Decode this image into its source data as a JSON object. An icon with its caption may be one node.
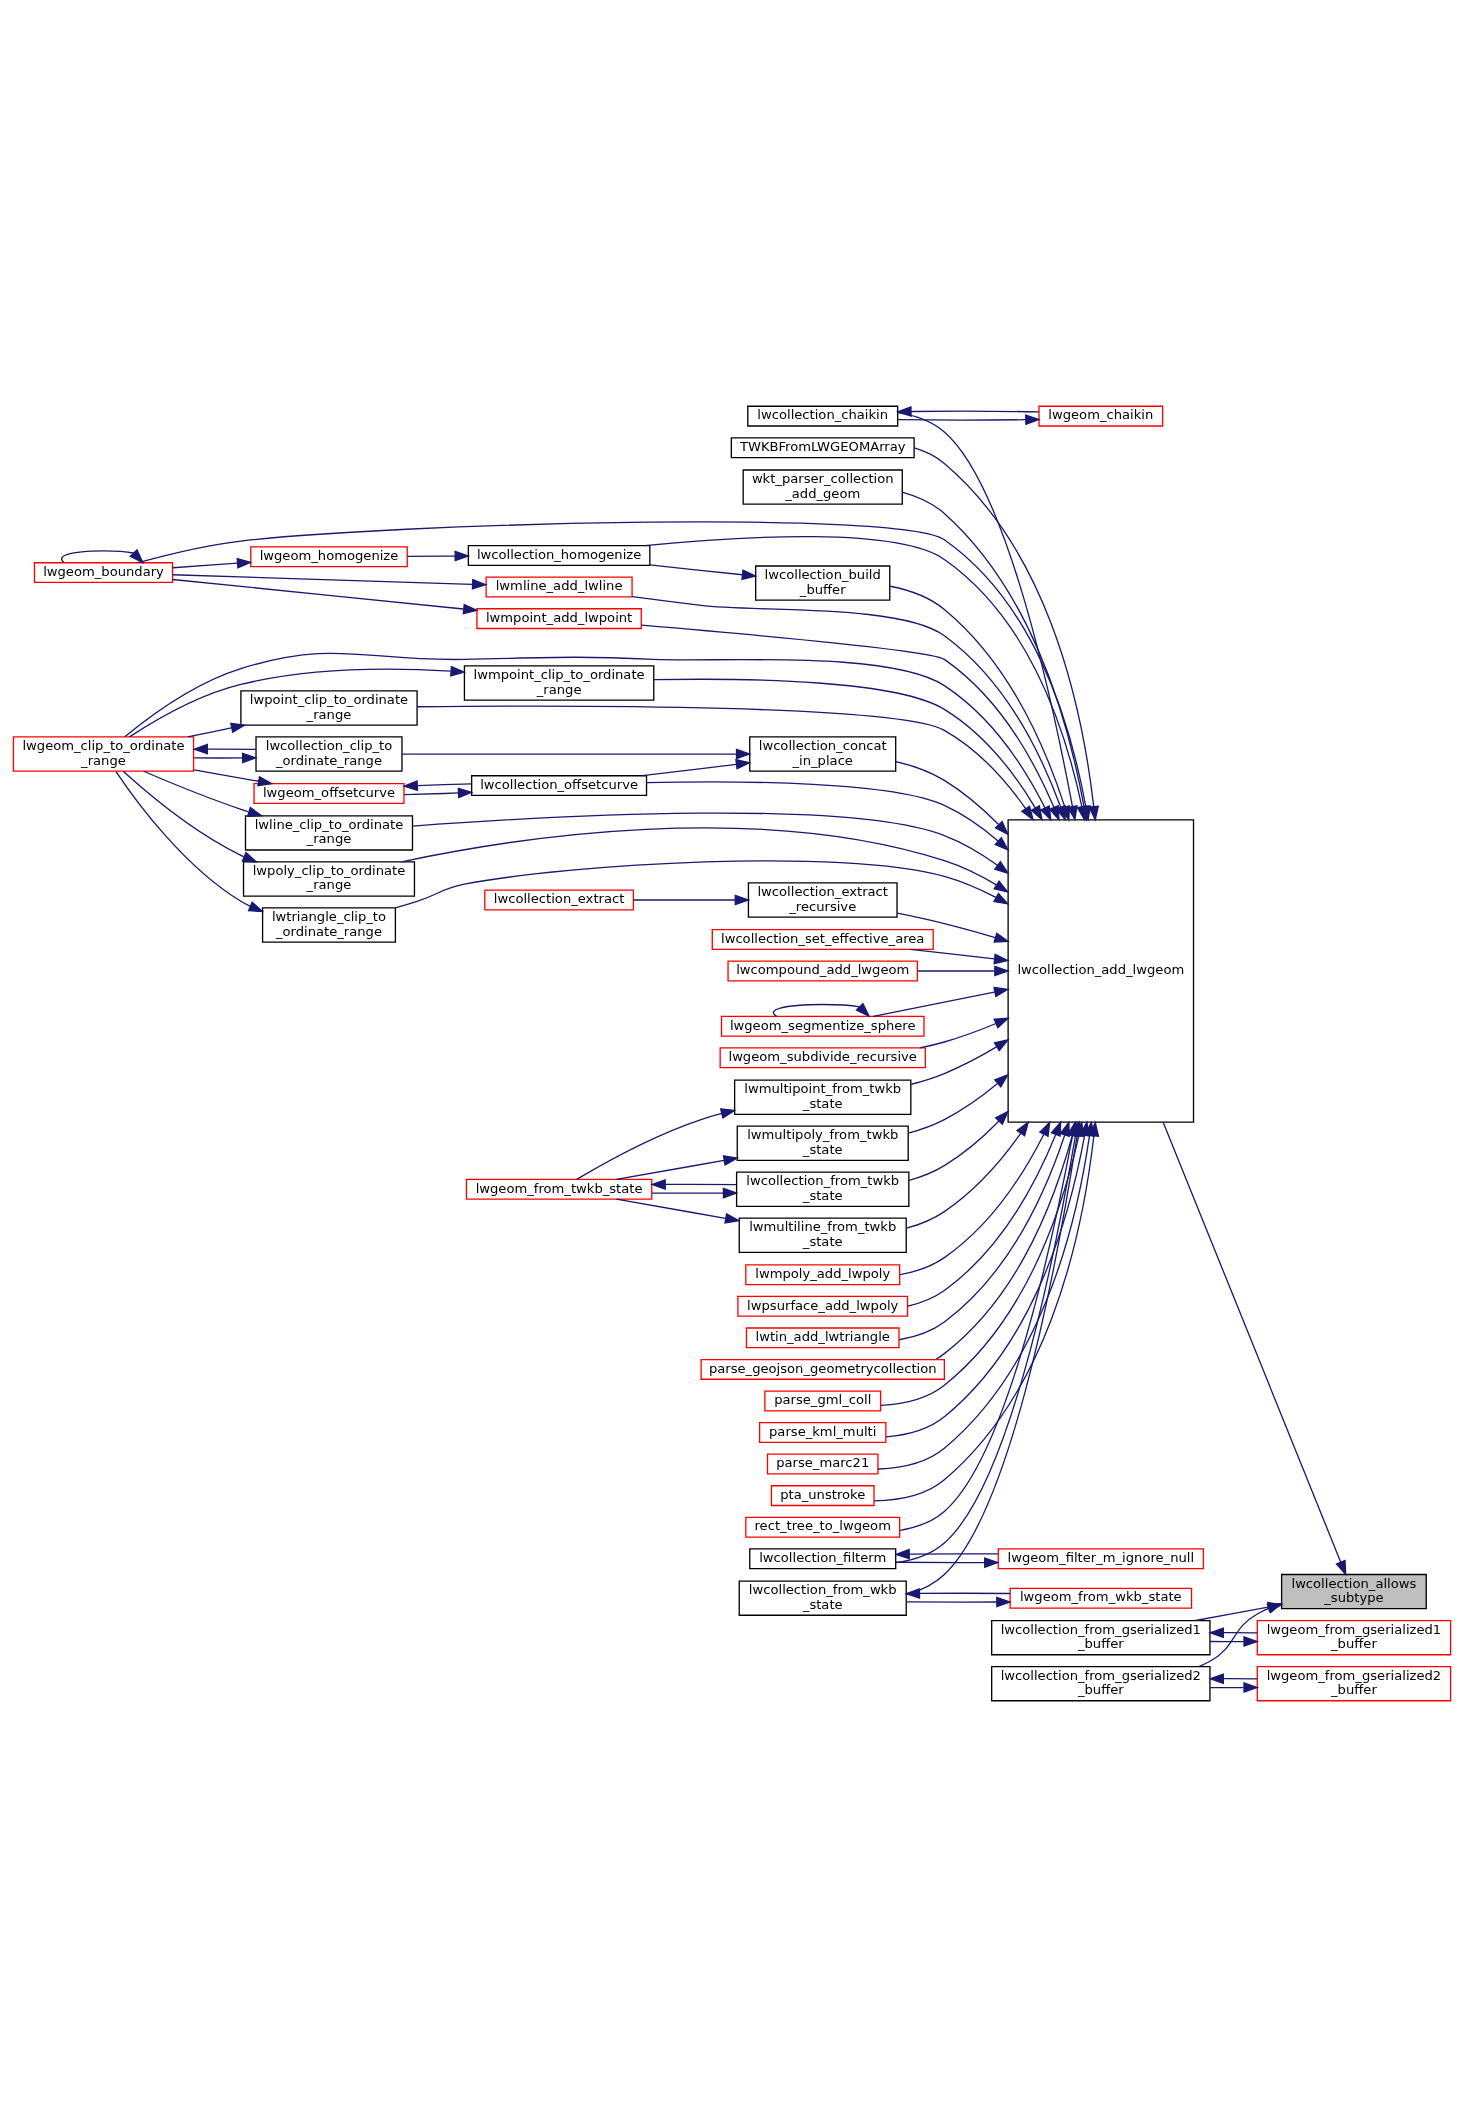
{
  "diagram": {
    "nodes": [
      {
        "text": [
          "lwcollection_allows _subtype"
        ]
      },
      {
        "text": [
          "lwcollection_add_lwgeom"
        ]
      },
      {
        "text": [
          "lwcollection_from_gserialized1 _buffer"
        ]
      },
      {
        "text": [
          "lwcollection_from_gserialized2 _buffer"
        ]
      },
      {
        "text": [
          "lwgeom_from_gserialized1 _buffer"
        ]
      },
      {
        "text": [
          "lwgeom_from_gserialized2 _buffer"
        ]
      },
      {
        "text": [
          "TWKBFromLWGEOMArray"
        ]
      },
      {
        "text": [
          "wkt_parser_collection _add_geom"
        ]
      },
      {
        "text": [
          "lwcollection_build _buffer"
        ]
      },
      {
        "text": [
          "lwcollection_homogenize"
        ]
      },
      {
        "text": [
          "lwgeom_homogenize"
        ]
      },
      {
        "text": [
          "lwgeom_boundary"
        ]
      },
      {
        "text": [
          "lwcollection_chaikin"
        ]
      },
      {
        "text": [
          "lwgeom_chaikin"
        ]
      },
      {
        "text": [
          "lwmline_add_lwline"
        ]
      },
      {
        "text": [
          "lwmpoint_add_lwpoint"
        ]
      },
      {
        "text": [
          "lwmpoint_clip_to_ordinate _range"
        ]
      },
      {
        "text": [
          "lwgeom_clip_to_ordinate _range"
        ]
      },
      {
        "text": [
          "lwcollection_extract _recursive"
        ]
      },
      {
        "text": [
          "lwcollection_extract"
        ]
      },
      {
        "text": [
          "lwcollection_filterm"
        ]
      },
      {
        "text": [
          "lwgeom_filter_m_ignore_null"
        ]
      },
      {
        "text": [
          "lwcollection_from_wkb _state"
        ]
      },
      {
        "text": [
          "lwgeom_from_wkb_state"
        ]
      },
      {
        "text": [
          "lwpoint_clip_to_ordinate _range"
        ]
      },
      {
        "text": [
          "lwcollection_set_effective_area"
        ]
      },
      {
        "text": [
          "lwcompound_add_lwgeom"
        ]
      },
      {
        "text": [
          "lwgeom_segmentize_sphere"
        ]
      },
      {
        "text": [
          "lwgeom_subdivide_recursive"
        ]
      },
      {
        "text": [
          "lwcollection_clip_to _ordinate_range"
        ]
      },
      {
        "text": [
          "lwcollection_concat _in_place"
        ]
      },
      {
        "text": [
          "lwgeom_offsetcurve"
        ]
      },
      {
        "text": [
          "lwcollection_offsetcurve"
        ]
      },
      {
        "text": [
          "lwmultipoint_from_twkb _state"
        ]
      },
      {
        "text": [
          "lwmpoly_add_lwpoly"
        ]
      },
      {
        "text": [
          "lwmultipoly_from_twkb _state"
        ]
      },
      {
        "text": [
          "lwgeom_from_twkb_state"
        ]
      },
      {
        "text": [
          "lwcollection_from_twkb _state"
        ]
      },
      {
        "text": [
          "lwmultiline_from_twkb _state"
        ]
      },
      {
        "text": [
          "lwline_clip_to_ordinate _range"
        ]
      },
      {
        "text": [
          "lwpoly_clip_to_ordinate _range"
        ]
      },
      {
        "text": [
          "lwpsurface_add_lwpoly"
        ]
      },
      {
        "text": [
          "lwtin_add_lwtriangle"
        ]
      },
      {
        "text": [
          "lwtriangle_clip_to _ordinate_range"
        ]
      },
      {
        "text": [
          "parse_geojson_geometrycollection"
        ]
      },
      {
        "text": [
          "parse_gml_coll"
        ]
      },
      {
        "text": [
          "parse_kml_multi"
        ]
      },
      {
        "text": [
          "parse_marc21"
        ]
      },
      {
        "text": [
          "pta_unstroke"
        ]
      },
      {
        "text": [
          "rect_tree_to_lwgeom"
        ]
      }
    ],
    "edges": [
      {
        "from": 1,
        "to": 0,
        "arrow": "to"
      },
      {
        "from": 2,
        "to": 0,
        "arrow": "to"
      },
      {
        "from": 3,
        "to": 0,
        "arrow": "to"
      },
      {
        "from": 4,
        "to": 2,
        "arrow": "to"
      },
      {
        "from": 2,
        "to": 4,
        "arrow": "to"
      },
      {
        "from": 5,
        "to": 3,
        "arrow": "to"
      },
      {
        "from": 3,
        "to": 5,
        "arrow": "to"
      },
      {
        "from": 6,
        "to": 1,
        "arrow": "to"
      },
      {
        "from": 7,
        "to": 1,
        "arrow": "to"
      },
      {
        "from": 8,
        "to": 1,
        "arrow": "to"
      },
      {
        "from": 9,
        "to": 8,
        "arrow": "to"
      },
      {
        "from": 9,
        "to": 1,
        "arrow": "to"
      },
      {
        "from": 10,
        "to": 9,
        "arrow": "to"
      },
      {
        "from": 11,
        "to": 10,
        "arrow": "to"
      },
      {
        "from": 11,
        "to": 11,
        "arrow": "to"
      },
      {
        "from": 11,
        "to": 1,
        "arrow": "to"
      },
      {
        "from": 11,
        "to": 14,
        "arrow": "to"
      },
      {
        "from": 11,
        "to": 15,
        "arrow": "to"
      },
      {
        "from": 12,
        "to": 1,
        "arrow": "to"
      },
      {
        "from": 12,
        "to": 13,
        "arrow": "to"
      },
      {
        "from": 13,
        "to": 12,
        "arrow": "to"
      },
      {
        "from": 14,
        "to": 1,
        "arrow": "to"
      },
      {
        "from": 15,
        "to": 1,
        "arrow": "to"
      },
      {
        "from": 16,
        "to": 1,
        "arrow": "to"
      },
      {
        "from": 17,
        "to": 16,
        "arrow": "to"
      },
      {
        "from": 18,
        "to": 1,
        "arrow": "to"
      },
      {
        "from": 19,
        "to": 18,
        "arrow": "to"
      },
      {
        "from": 20,
        "to": 1,
        "arrow": "to"
      },
      {
        "from": 20,
        "to": 21,
        "arrow": "to"
      },
      {
        "from": 21,
        "to": 20,
        "arrow": "to"
      },
      {
        "from": 22,
        "to": 1,
        "arrow": "to"
      },
      {
        "from": 22,
        "to": 23,
        "arrow": "to"
      },
      {
        "from": 23,
        "to": 22,
        "arrow": "to"
      },
      {
        "from": 24,
        "to": 1,
        "arrow": "to"
      },
      {
        "from": 17,
        "to": 24,
        "arrow": "to"
      },
      {
        "from": 25,
        "to": 1,
        "arrow": "to"
      },
      {
        "from": 26,
        "to": 1,
        "arrow": "to"
      },
      {
        "from": 27,
        "to": 27,
        "arrow": "to"
      },
      {
        "from": 27,
        "to": 1,
        "arrow": "to"
      },
      {
        "from": 28,
        "to": 1,
        "arrow": "to"
      },
      {
        "from": 29,
        "to": 17,
        "arrow": "to"
      },
      {
        "from": 17,
        "to": 29,
        "arrow": "to"
      },
      {
        "from": 29,
        "to": 30,
        "arrow": "to"
      },
      {
        "from": 30,
        "to": 1,
        "arrow": "to"
      },
      {
        "from": 32,
        "to": 30,
        "arrow": "to"
      },
      {
        "from": 32,
        "to": 31,
        "arrow": "to"
      },
      {
        "from": 31,
        "to": 32,
        "arrow": "to"
      },
      {
        "from": 17,
        "to": 31,
        "arrow": "to"
      },
      {
        "from": 32,
        "to": 1,
        "arrow": "to"
      },
      {
        "from": 17,
        "to": 1,
        "arrow": "to"
      },
      {
        "from": 33,
        "to": 1,
        "arrow": "to"
      },
      {
        "from": 36,
        "to": 33,
        "arrow": "to"
      },
      {
        "from": 34,
        "to": 1,
        "arrow": "to"
      },
      {
        "from": 35,
        "to": 1,
        "arrow": "to"
      },
      {
        "from": 36,
        "to": 35,
        "arrow": "to"
      },
      {
        "from": 37,
        "to": 1,
        "arrow": "to"
      },
      {
        "from": 37,
        "to": 36,
        "arrow": "to"
      },
      {
        "from": 36,
        "to": 37,
        "arrow": "to"
      },
      {
        "from": 36,
        "to": 38,
        "arrow": "to"
      },
      {
        "from": 38,
        "to": 1,
        "arrow": "to"
      },
      {
        "from": 39,
        "to": 1,
        "arrow": "to"
      },
      {
        "from": 17,
        "to": 39,
        "arrow": "to"
      },
      {
        "from": 40,
        "to": 1,
        "arrow": "to"
      },
      {
        "from": 17,
        "to": 40,
        "arrow": "to"
      },
      {
        "from": 41,
        "to": 1,
        "arrow": "to"
      },
      {
        "from": 42,
        "to": 1,
        "arrow": "to"
      },
      {
        "from": 43,
        "to": 1,
        "arrow": "to"
      },
      {
        "from": 17,
        "to": 43,
        "arrow": "to"
      },
      {
        "from": 44,
        "to": 1,
        "arrow": "to"
      },
      {
        "from": 45,
        "to": 1,
        "arrow": "to"
      },
      {
        "from": 46,
        "to": 1,
        "arrow": "to"
      },
      {
        "from": 47,
        "to": 1,
        "arrow": "to"
      },
      {
        "from": 48,
        "to": 1,
        "arrow": "to"
      },
      {
        "from": 49,
        "to": 1,
        "arrow": "to"
      }
    ]
  }
}
